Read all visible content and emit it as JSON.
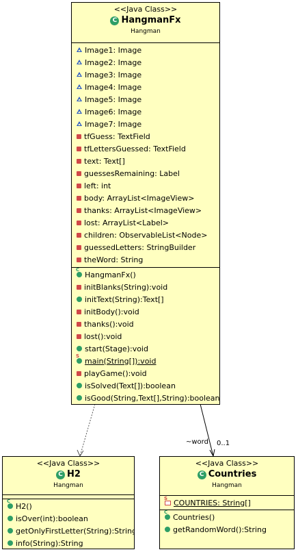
{
  "hangman": {
    "stereotype": "<<Java Class>>",
    "name": "HangmanFx",
    "package": "Hangman",
    "fields": [
      {
        "vis": "package",
        "text": "Image1: Image"
      },
      {
        "vis": "package",
        "text": "Image2: Image"
      },
      {
        "vis": "package",
        "text": "Image3: Image"
      },
      {
        "vis": "package",
        "text": "Image4: Image"
      },
      {
        "vis": "package",
        "text": "Image5: Image"
      },
      {
        "vis": "package",
        "text": "Image6: Image"
      },
      {
        "vis": "package",
        "text": "Image7: Image"
      },
      {
        "vis": "private",
        "text": "tfGuess: TextField"
      },
      {
        "vis": "private",
        "text": "tfLettersGuessed: TextField"
      },
      {
        "vis": "private",
        "text": "text: Text[]"
      },
      {
        "vis": "private",
        "text": "guessesRemaining: Label"
      },
      {
        "vis": "private",
        "text": "left: int"
      },
      {
        "vis": "private",
        "text": "body: ArrayList<ImageView>"
      },
      {
        "vis": "private",
        "text": "thanks: ArrayList<ImageView>"
      },
      {
        "vis": "private",
        "text": "lost: ArrayList<Label>"
      },
      {
        "vis": "private",
        "text": "children: ObservableList<Node>"
      },
      {
        "vis": "private",
        "text": "guessedLetters: StringBuilder"
      },
      {
        "vis": "private",
        "text": "theWord: String"
      }
    ],
    "methods": [
      {
        "vis": "public",
        "mark": "C",
        "text": "HangmanFx()"
      },
      {
        "vis": "private",
        "text": "initBlanks(String):void"
      },
      {
        "vis": "public",
        "text": "initText(String):Text[]"
      },
      {
        "vis": "private",
        "text": "initBody():void"
      },
      {
        "vis": "private",
        "text": "thanks():void"
      },
      {
        "vis": "private",
        "text": "lost():void"
      },
      {
        "vis": "public",
        "text": "start(Stage):void"
      },
      {
        "vis": "public",
        "mark": "S",
        "underline": true,
        "text": "main(String[]):void"
      },
      {
        "vis": "private",
        "text": "playGame():void"
      },
      {
        "vis": "public",
        "text": "isSolved(Text[]):boolean"
      },
      {
        "vis": "public",
        "text": "isGood(String,Text[],String):boolean"
      }
    ]
  },
  "h2": {
    "stereotype": "<<Java Class>>",
    "name": "H2",
    "package": "Hangman",
    "fields": [],
    "methods": [
      {
        "vis": "public",
        "mark": "C",
        "text": "H2()"
      },
      {
        "vis": "public",
        "text": "isOver(int):boolean"
      },
      {
        "vis": "public",
        "text": "getOnlyFirstLetter(String):String"
      },
      {
        "vis": "public",
        "text": "info(String):String"
      }
    ]
  },
  "countries": {
    "stereotype": "<<Java Class>>",
    "name": "Countries",
    "package": "Hangman",
    "fields": [
      {
        "vis": "private-static",
        "mark": "S",
        "underline": true,
        "text": "COUNTRIES: String[]"
      }
    ],
    "methods": [
      {
        "vis": "public",
        "mark": "C",
        "text": "Countries()"
      },
      {
        "vis": "public",
        "text": "getRandomWord():String"
      }
    ]
  },
  "association": {
    "role": "~word",
    "multiplicity": "0..1"
  },
  "colors": {
    "class_fill": "#ffffc0",
    "class_icon": "#2e9e66",
    "public": "#2e9e66",
    "private": "#d04848",
    "package": "#2757c4"
  }
}
